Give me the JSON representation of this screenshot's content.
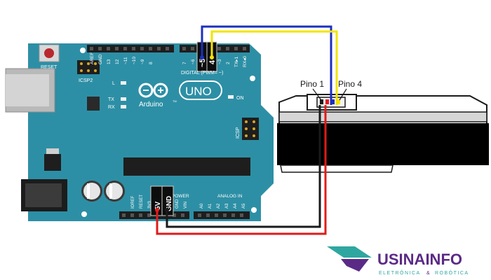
{
  "board": {
    "reset_label": "RESET",
    "icsp2_label": "ICSP2",
    "icsp_label": "ICSP",
    "brand": "Arduino",
    "tm": "TM",
    "model": "UNO",
    "on_label": "ON",
    "l_label": "L",
    "tx_label": "TX",
    "rx_label": "RX",
    "digital_label": "DIGITAL (PWM= ~)",
    "power_label": "POWER",
    "analog_label": "ANALOG IN",
    "top_pins": [
      "AREF",
      "GND",
      "13",
      "12",
      "~11",
      "~10",
      "~9",
      "8",
      "7",
      "~6",
      "~5",
      "4",
      "~3",
      "2",
      "TX▸1",
      "RX◂0"
    ],
    "power_pins": [
      "IOREF",
      "RESET",
      "3V3",
      "5V",
      "GND",
      "GND",
      "VIN"
    ],
    "analog_pins": [
      "A0",
      "A1",
      "A2",
      "A3",
      "A4",
      "A5"
    ],
    "pin_highlight_digital": [
      "~5",
      "4"
    ],
    "pin_highlight_power": [
      "5V",
      "GND"
    ]
  },
  "sensor": {
    "pin1_label": "Pino 1",
    "pin4_label": "Pino 4"
  },
  "wires": {
    "colors": {
      "blue": "#1b2fbf",
      "yellow": "#f2e400",
      "red": "#e01b1b",
      "black": "#1a1a1a"
    }
  },
  "logo": {
    "name": "USINAINFO",
    "tagline_left": "ELETRÔNICA",
    "tagline_amp": "&",
    "tagline_right": "ROBÓTICA",
    "color_teal": "#2fa7a0",
    "color_purple": "#5b2a86"
  }
}
